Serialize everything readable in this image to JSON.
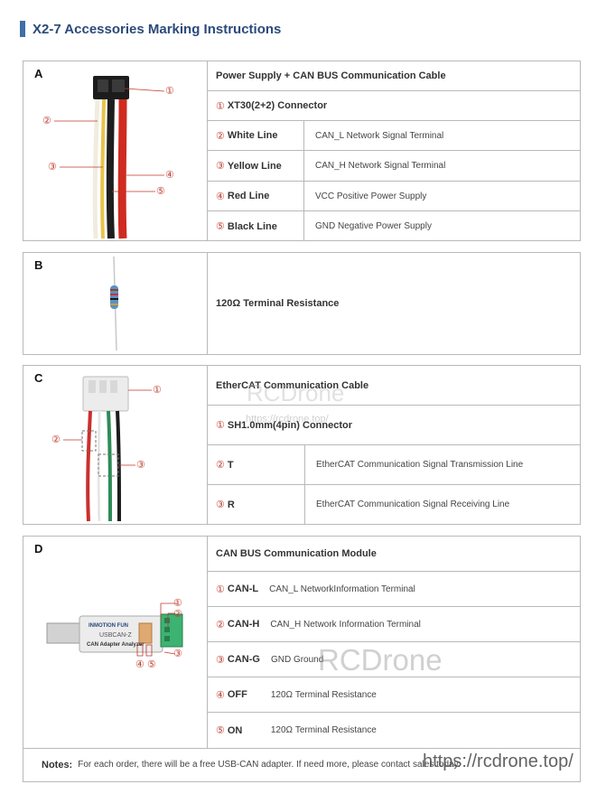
{
  "page": {
    "title": "X2-7 Accessories Marking Instructions",
    "accent_color": "#3e6fa8",
    "title_color": "#2b4a7a"
  },
  "blocks": {
    "A": {
      "letter": "A",
      "heading": "Power Supply + CAN BUS Communication Cable",
      "rows": [
        {
          "num": "①",
          "label": "XT30(2+2) Connector",
          "desc": ""
        },
        {
          "num": "②",
          "label": "White Line",
          "desc": "CAN_L Network Signal Terminal"
        },
        {
          "num": "③",
          "label": "Yellow Line",
          "desc": "CAN_H Network Signal Terminal"
        },
        {
          "num": "④",
          "label": "Red Line",
          "desc": "VCC Positive Power Supply"
        },
        {
          "num": "⑤",
          "label": "Black Line",
          "desc": "GND Negative Power Supply"
        }
      ],
      "callouts": [
        "①",
        "②",
        "③",
        "④",
        "⑤"
      ]
    },
    "B": {
      "letter": "B",
      "heading": "120Ω Terminal Resistance"
    },
    "C": {
      "letter": "C",
      "heading": "EtherCAT Communication Cable",
      "rows": [
        {
          "num": "①",
          "label": "SH1.0mm(4pin) Connector",
          "desc": ""
        },
        {
          "num": "②",
          "label": "T",
          "desc": "EtherCAT Communication Signal Transmission Line"
        },
        {
          "num": "③",
          "label": "R",
          "desc": "EtherCAT Communication Signal Receiving Line"
        }
      ],
      "callouts": [
        "①",
        "②",
        "③"
      ]
    },
    "D": {
      "letter": "D",
      "heading": "CAN BUS Communication Module",
      "rows": [
        {
          "num": "①",
          "label": "CAN-L",
          "desc": "CAN_L NetworkInformation Terminal"
        },
        {
          "num": "②",
          "label": "CAN-H",
          "desc": "CAN_H Network Information Terminal"
        },
        {
          "num": "③",
          "label": "CAN-G",
          "desc": "GND Ground"
        },
        {
          "num": "④",
          "label": "OFF",
          "desc": "120Ω Terminal Resistance"
        },
        {
          "num": "⑤",
          "label": "ON",
          "desc": "120Ω Terminal Resistance"
        }
      ],
      "callouts": [
        "①",
        "②",
        "③",
        "④",
        "⑤"
      ],
      "device_brand": "INMOTION FUN",
      "device_model": "USBCAN-Z",
      "device_caption": "CAN Adapter Analyzer"
    }
  },
  "notes": {
    "label": "Notes:",
    "text": "For each order, there will be a free USB-CAN adapter. If need more, please contact sales today."
  },
  "watermarks": {
    "brand": "RCDrone",
    "url": "https://rcdrone.top/"
  }
}
